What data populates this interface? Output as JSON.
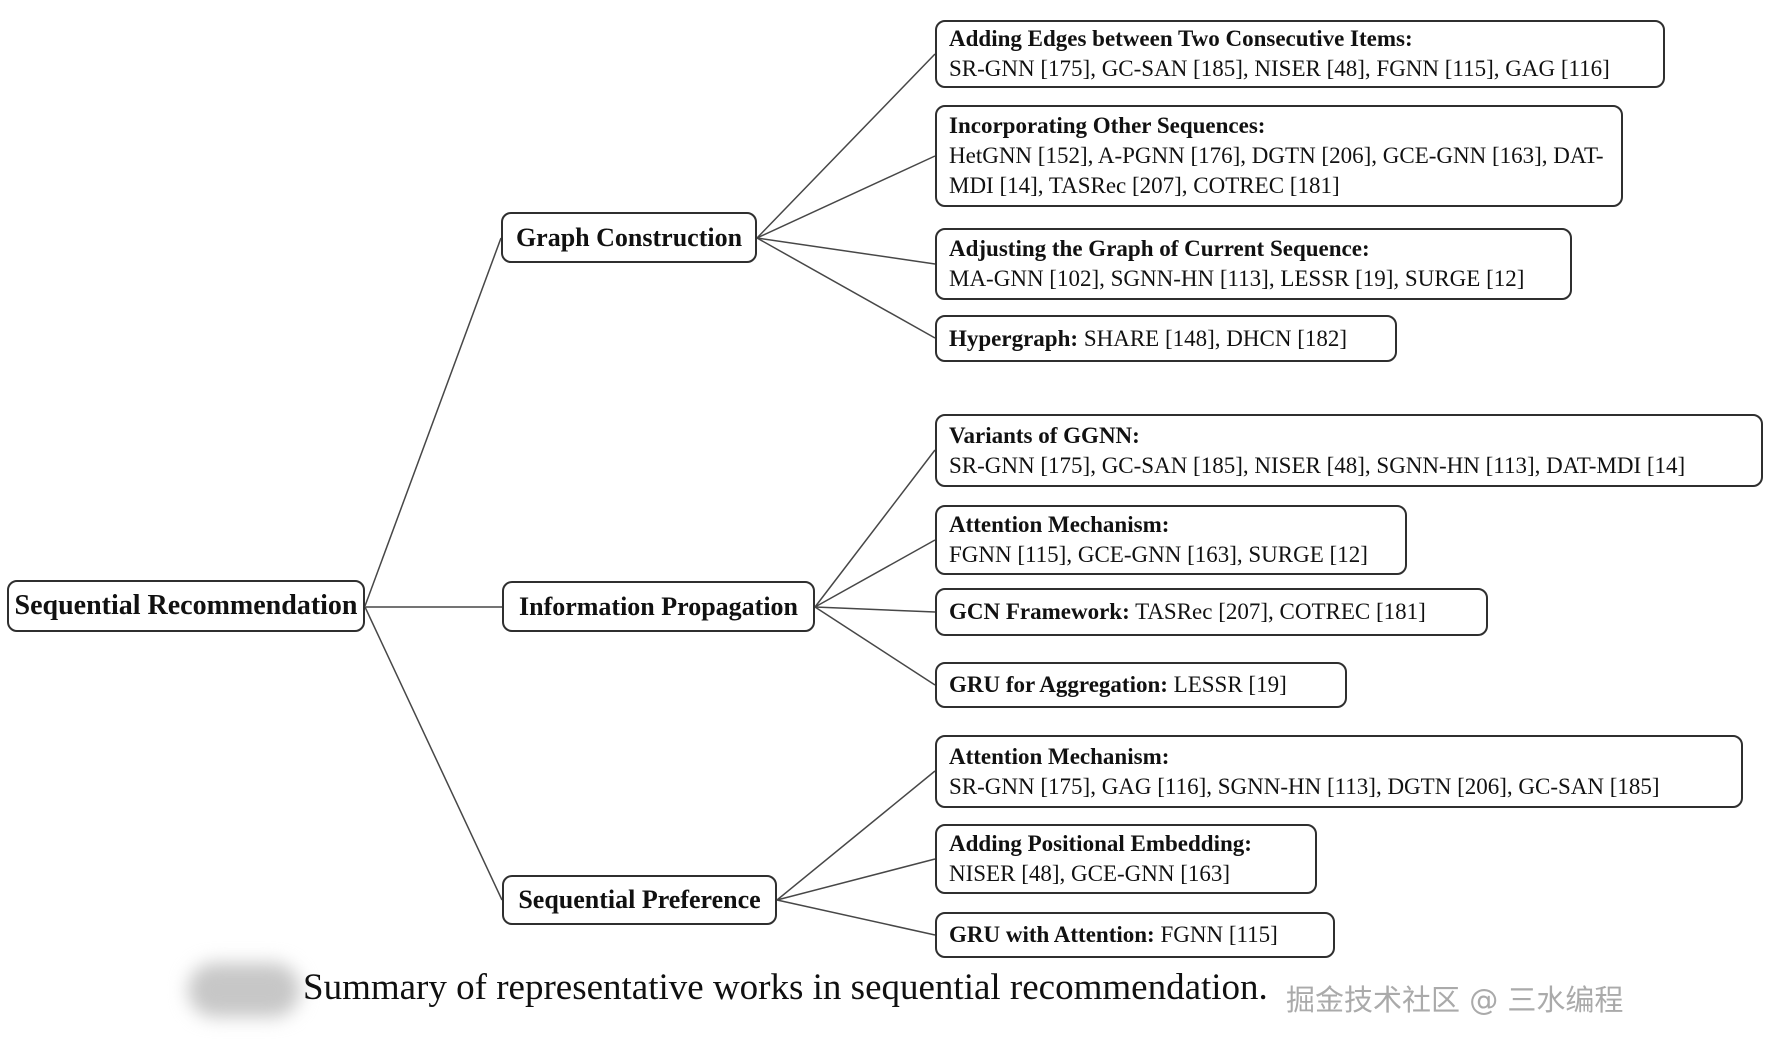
{
  "root": {
    "label": "Sequential Recommendation"
  },
  "branches": [
    {
      "label": "Graph Construction",
      "leaves": [
        {
          "title": "Adding Edges between Two Consecutive Items:",
          "items": "SR-GNN [175], GC-SAN [185], NISER [48], FGNN [115], GAG [116]"
        },
        {
          "title": "Incorporating Other Sequences:",
          "items": "HetGNN [152], A-PGNN [176], DGTN [206], GCE-GNN [163], DAT-MDI [14], TASRec [207], COTREC [181]"
        },
        {
          "title": "Adjusting the Graph of Current Sequence:",
          "items": "MA-GNN [102], SGNN-HN [113], LESSR [19], SURGE [12]"
        },
        {
          "title": "Hypergraph:",
          "items": "SHARE [148], DHCN [182]"
        }
      ]
    },
    {
      "label": "Information Propagation",
      "leaves": [
        {
          "title": "Variants of GGNN:",
          "items": "SR-GNN [175], GC-SAN [185], NISER [48], SGNN-HN [113], DAT-MDI [14]"
        },
        {
          "title": "Attention Mechanism:",
          "items": "FGNN [115], GCE-GNN [163], SURGE [12]"
        },
        {
          "title": "GCN Framework:",
          "items": "TASRec [207], COTREC [181]"
        },
        {
          "title": "GRU for Aggregation:",
          "items": "LESSR [19]"
        }
      ]
    },
    {
      "label": "Sequential Preference",
      "leaves": [
        {
          "title": "Attention Mechanism:",
          "items": "SR-GNN [175], GAG [116], SGNN-HN [113], DGTN [206], GC-SAN [185]"
        },
        {
          "title": "Adding Positional Embedding:",
          "items": "NISER [48], GCE-GNN [163]"
        },
        {
          "title": "GRU with Attention:",
          "items": "FGNN [115]"
        }
      ]
    }
  ],
  "caption": {
    "text": "Summary of representative works in sequential recommendation.",
    "watermark": "掘金技术社区 @ 三水编程"
  },
  "colors": {
    "edge": "#474747",
    "node_border": "#2f2f2f",
    "watermark": "#a6a6a6"
  }
}
